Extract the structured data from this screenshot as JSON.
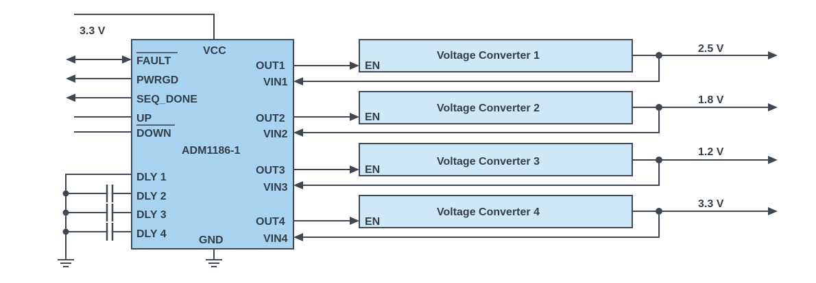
{
  "supply_label": "3.3 V",
  "ic": {
    "name": "ADM1186-1",
    "vcc_label": "VCC",
    "gnd_label": "GND",
    "left_pins": {
      "fault": "FAULT",
      "pwrgd": "PWRGD",
      "seq_done": "SEQ_DONE",
      "up": "UP",
      "down": "DOWN",
      "dly1": "DLY 1",
      "dly2": "DLY 2",
      "dly3": "DLY 3",
      "dly4": "DLY 4"
    },
    "right_pins": [
      {
        "out": "OUT1",
        "vin": "VIN1"
      },
      {
        "out": "OUT2",
        "vin": "VIN2"
      },
      {
        "out": "OUT3",
        "vin": "VIN3"
      },
      {
        "out": "OUT4",
        "vin": "VIN4"
      }
    ]
  },
  "converters": [
    {
      "name": "Voltage Converter 1",
      "en": "EN",
      "output": "2.5 V"
    },
    {
      "name": "Voltage Converter 2",
      "en": "EN",
      "output": "1.8 V"
    },
    {
      "name": "Voltage Converter 3",
      "en": "EN",
      "output": "1.2 V"
    },
    {
      "name": "Voltage Converter 4",
      "en": "EN",
      "output": "3.3 V"
    }
  ]
}
